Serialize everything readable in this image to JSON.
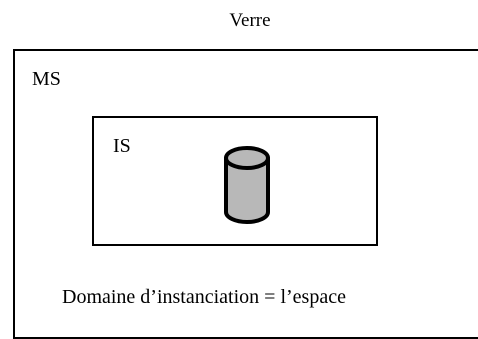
{
  "diagram": {
    "title": "Verre",
    "outer_box_label": "MS",
    "inner_box_label": "IS",
    "caption": "Domaine d’instanciation = l’espace",
    "cylinder_fill": "#b8b8b8",
    "stroke_color": "#000000",
    "icon": "cylinder-icon"
  }
}
